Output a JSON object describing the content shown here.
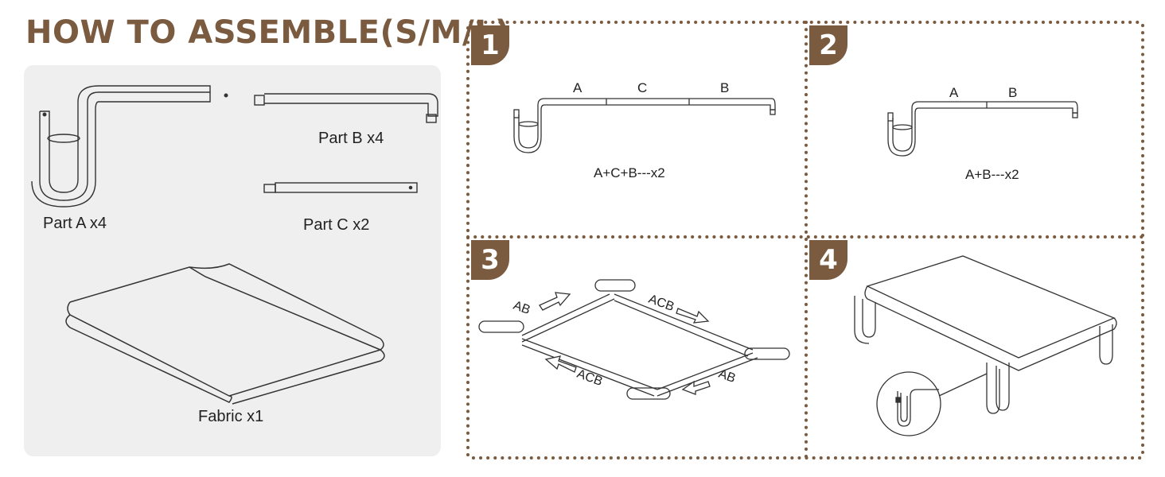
{
  "title": "HOW TO ASSEMBLE(S/M/L)",
  "colors": {
    "accent": "#7a5b40",
    "panel": "#efefef",
    "dots": "#7a5b40",
    "line": "#333333"
  },
  "parts": {
    "part_a": "Part A x4",
    "part_b": "Part B x4",
    "part_c": "Part C x2",
    "fabric": "Fabric x1"
  },
  "steps": [
    {
      "number": "1",
      "labels": [
        "A",
        "C",
        "B"
      ],
      "caption": "A+C+B---x2"
    },
    {
      "number": "2",
      "labels": [
        "A",
        "B"
      ],
      "caption": "A+B---x2"
    },
    {
      "number": "3",
      "arrows": [
        "AB",
        "ACB",
        "ACB",
        "AB"
      ]
    },
    {
      "number": "4"
    }
  ]
}
